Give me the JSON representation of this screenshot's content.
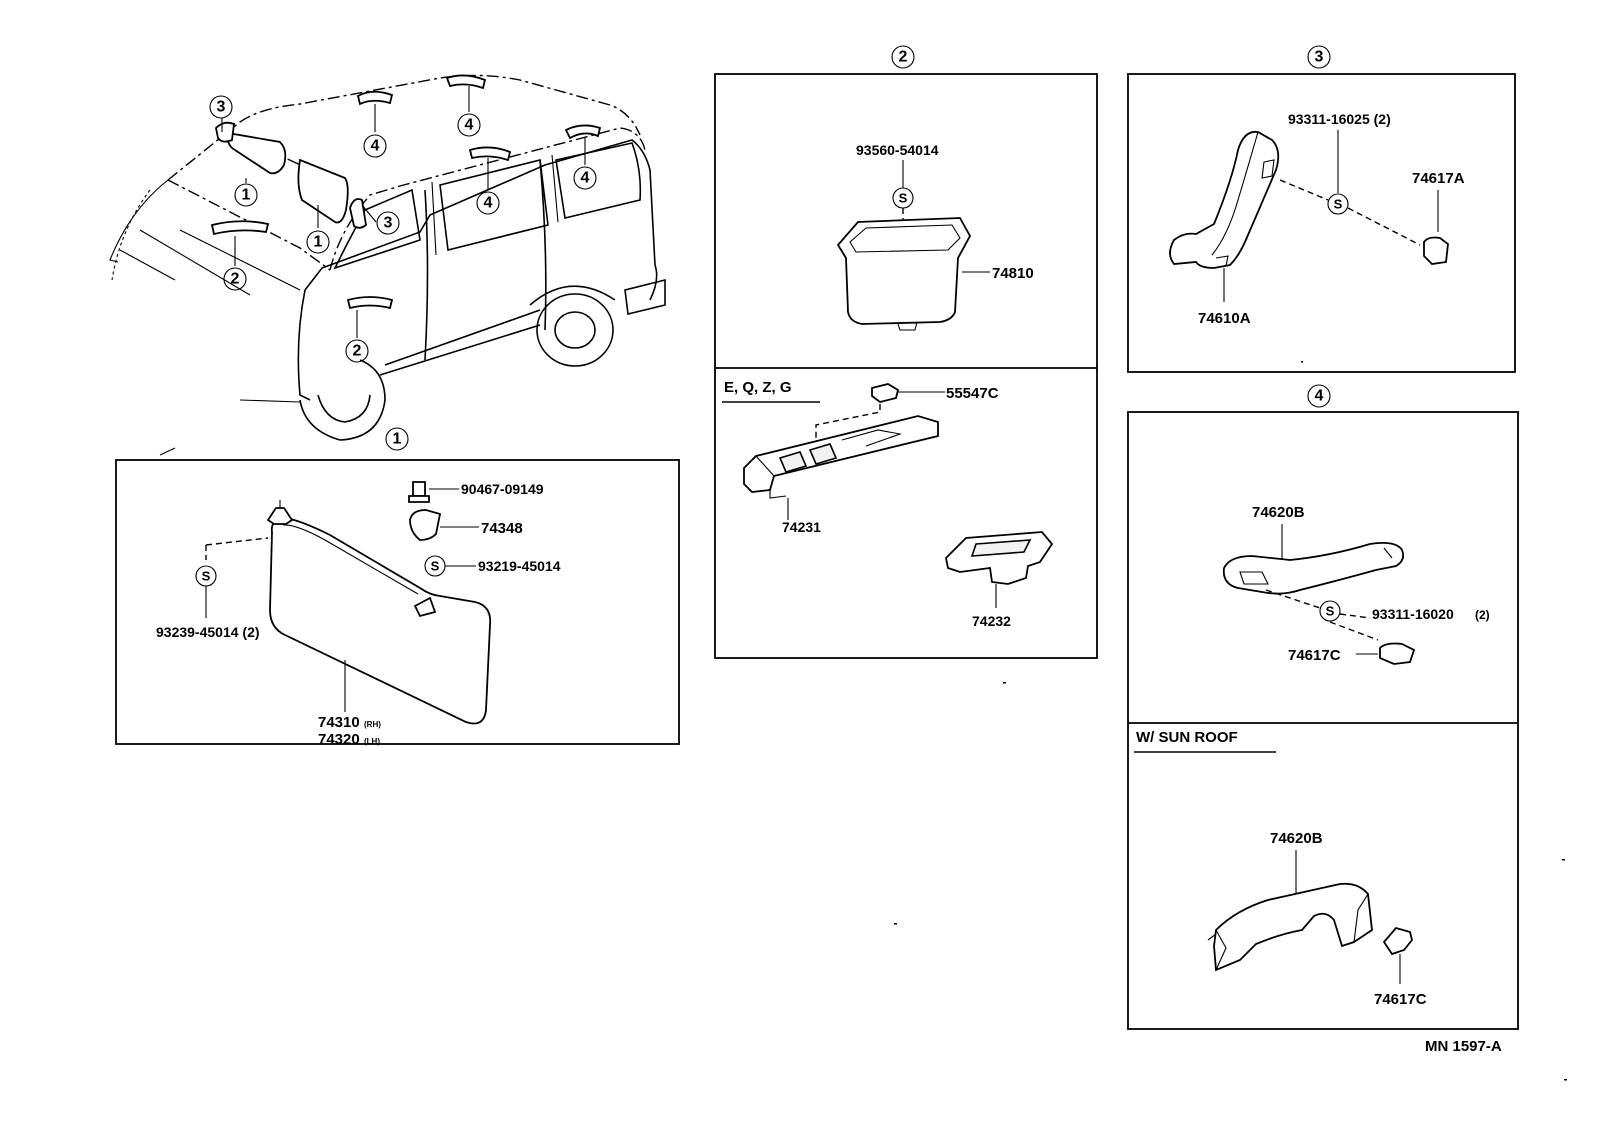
{
  "callouts": {
    "one": "1",
    "two": "2",
    "three": "3",
    "four": "4"
  },
  "section1": {
    "bolt": "90467-09149",
    "holder": "74348",
    "screw_holder": "93219-45014",
    "screw_visor": "93239-45014 (2)",
    "visor_rh": "74310",
    "visor_rh_suffix": "(RH)",
    "visor_lh": "74320",
    "visor_lh_suffix": "(LH)",
    "screw_symbol": "S"
  },
  "section2": {
    "screw": "93560-54014",
    "pocket": "74810",
    "variant_heading": "E, Q, Z, G",
    "clip": "55547C",
    "tray": "74231",
    "tray_small": "74232",
    "screw_symbol": "S"
  },
  "section3": {
    "screw": "93311-16025 (2)",
    "cover": "74617A",
    "grip": "74610A",
    "screw_symbol": "S"
  },
  "section4": {
    "grip": "74620B",
    "screw": "93311-16020",
    "screw_qty": "(2)",
    "cover": "74617C",
    "screw_symbol": "S",
    "variant_heading": "W/ SUN  ROOF",
    "grip_sunroof": "74620B",
    "cover_sunroof": "74617C"
  },
  "diagram_code": "MN 1597-A"
}
